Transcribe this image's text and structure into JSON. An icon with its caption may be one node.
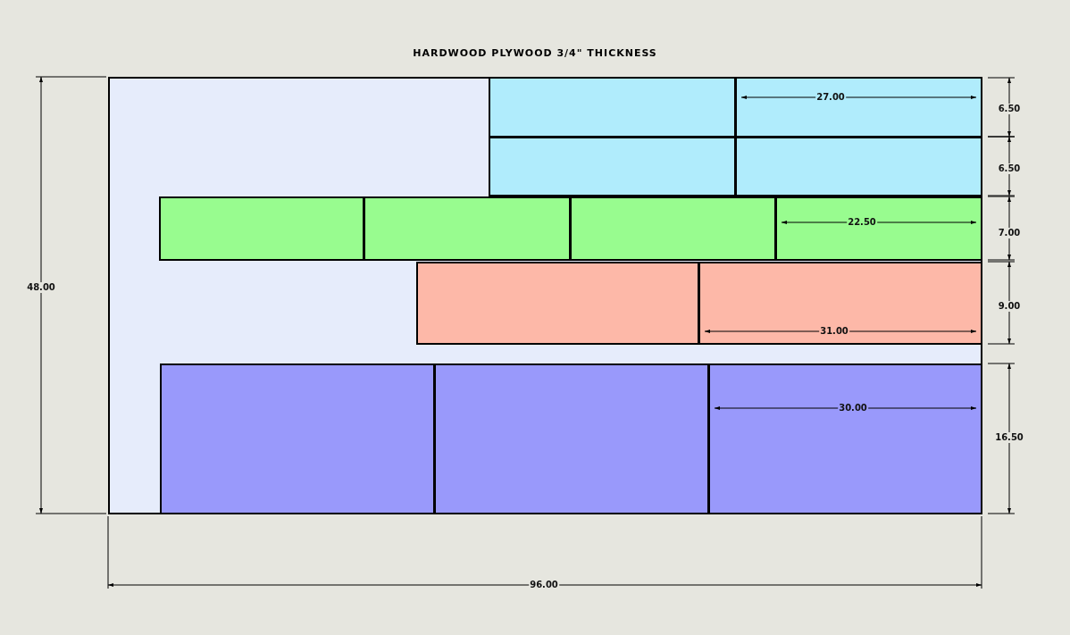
{
  "diagram": {
    "title": "HARDWOOD PLYWOOD 3/4\" THICKNESS",
    "nodes": [
      {
        "text": [],
        "shape": "box"
      },
      {
        "text": [],
        "shape": "box",
        "in": 0
      },
      {
        "text": [],
        "shape": "box",
        "in": 0
      },
      {
        "text": [],
        "shape": "box",
        "in": 0
      },
      {
        "text": [],
        "shape": "box",
        "in": 0
      },
      {
        "text": [],
        "shape": "box",
        "in": 0
      },
      {
        "text": [],
        "shape": "box",
        "in": 0
      },
      {
        "text": [],
        "shape": "box",
        "in": 0
      },
      {
        "text": [],
        "shape": "box",
        "in": 0
      },
      {
        "text": [],
        "shape": "box",
        "in": 0
      },
      {
        "text": [],
        "shape": "box",
        "in": 0
      },
      {
        "text": [],
        "shape": "box",
        "in": 0
      },
      {
        "text": [],
        "shape": "box",
        "in": 0
      },
      {
        "text": [],
        "shape": "box",
        "in": 0
      }
    ],
    "edges": [],
    "labels": [
      "27.00",
      "6.50",
      "6.50",
      "22.50",
      "7.00",
      "48.00",
      "9.00",
      "31.00",
      "30.00",
      "16.50",
      "96.00"
    ]
  }
}
